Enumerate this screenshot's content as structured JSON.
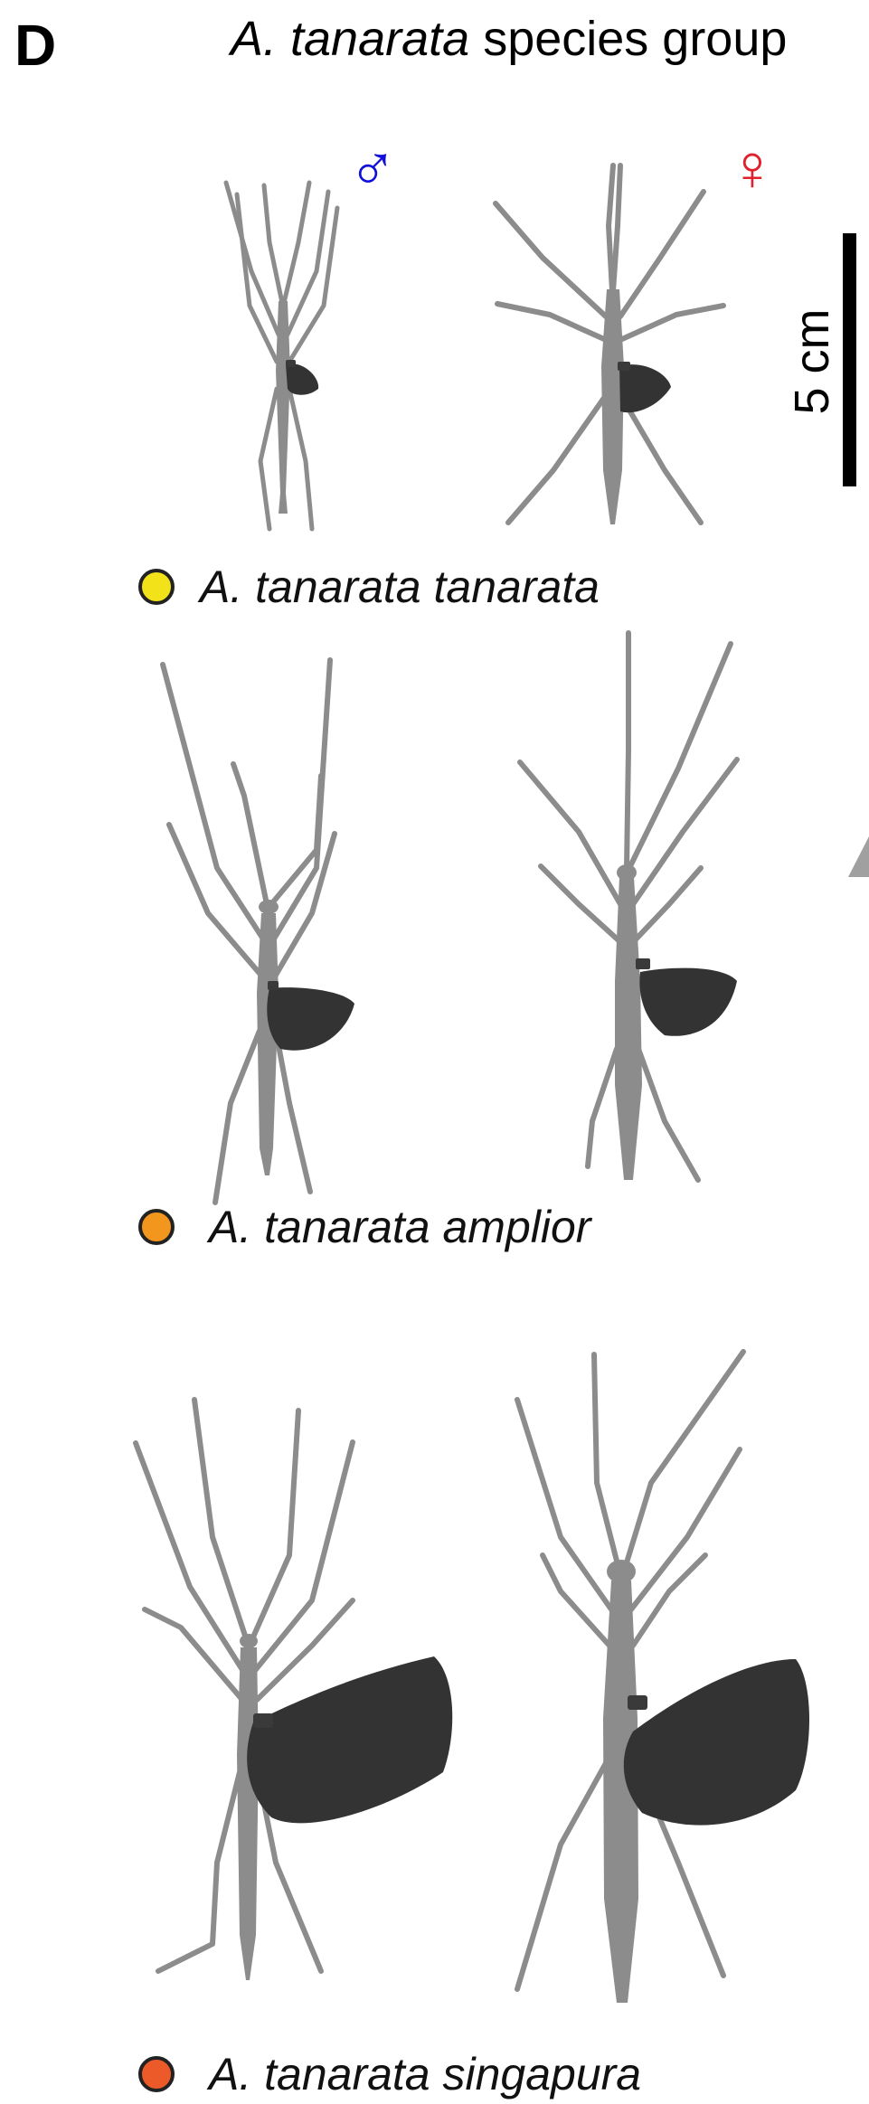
{
  "panel": {
    "letter": "D",
    "title_italic": "A. tanarata",
    "title_rest": " species group"
  },
  "sex_symbols": {
    "male": "♂",
    "female": "♀",
    "male_color": "#1010d8",
    "female_color": "#e0202a"
  },
  "scale": {
    "label": "5 cm"
  },
  "colors": {
    "insect_body": "#8c8c8c",
    "wing": "#333333"
  },
  "species": [
    {
      "name": "A. tanarata tanarata",
      "dot_color": "#f2e21a"
    },
    {
      "name": "A. tanarata amplior",
      "dot_color": "#f2961e"
    },
    {
      "name": "A. tanarata singapura",
      "dot_color": "#ec5a2a"
    }
  ]
}
